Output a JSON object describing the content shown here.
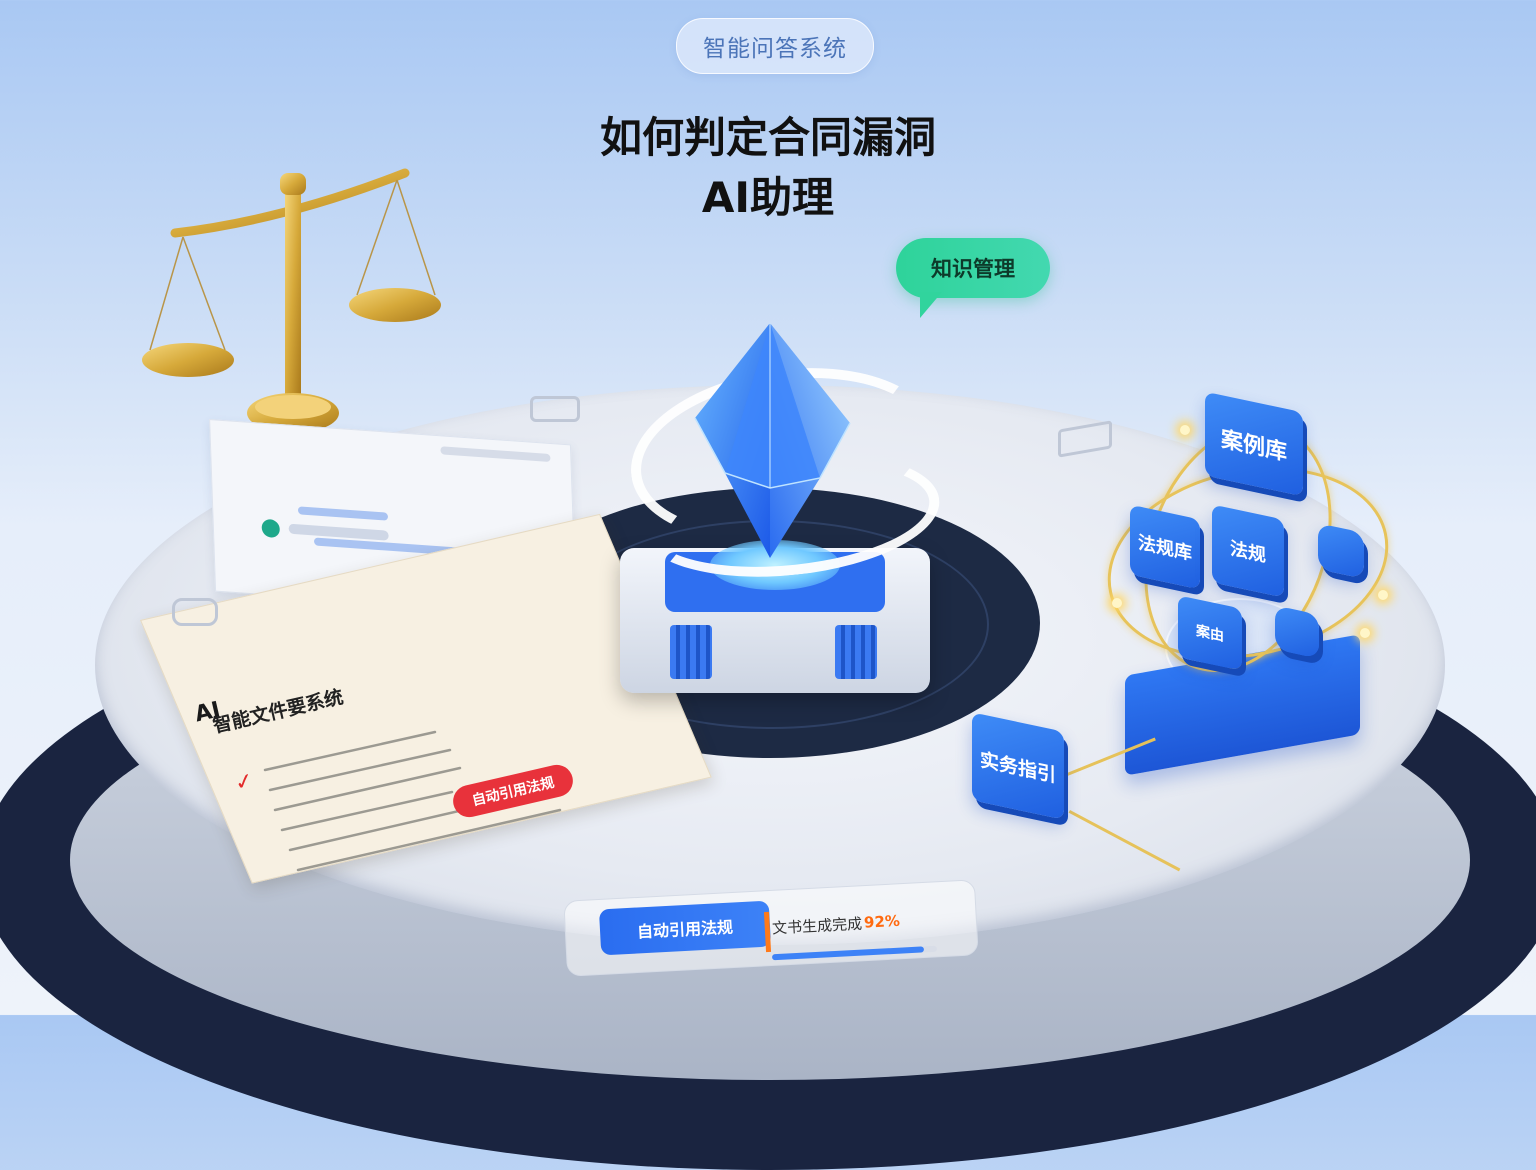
{
  "header": {
    "pill_label": "智能问答系统",
    "title_line1": "如何判定合同漏洞",
    "title_line2": "AI助理"
  },
  "bubble": {
    "label": "知识管理"
  },
  "document": {
    "ai_label": "AI",
    "title": "智能文件要系统",
    "badge": "自动引用法规"
  },
  "status_bar": {
    "left_label": "自动引用法规",
    "right_label": "文书生成完成",
    "percent_label": "92%",
    "progress": 0.92
  },
  "nodes": {
    "case_library": "案例库",
    "law_library": "法规库",
    "law": "法规",
    "small_node": "案由",
    "practice_guide": "实务指引"
  },
  "colors": {
    "accent_blue": "#2a6df0",
    "bubble_green": "#2ed39a",
    "badge_red": "#e8323b",
    "percent_orange": "#ff6a10",
    "gold": "#d6a93a"
  },
  "icons": [
    "scales-of-justice-icon",
    "crystal-core-icon",
    "refresh-rings-icon"
  ]
}
